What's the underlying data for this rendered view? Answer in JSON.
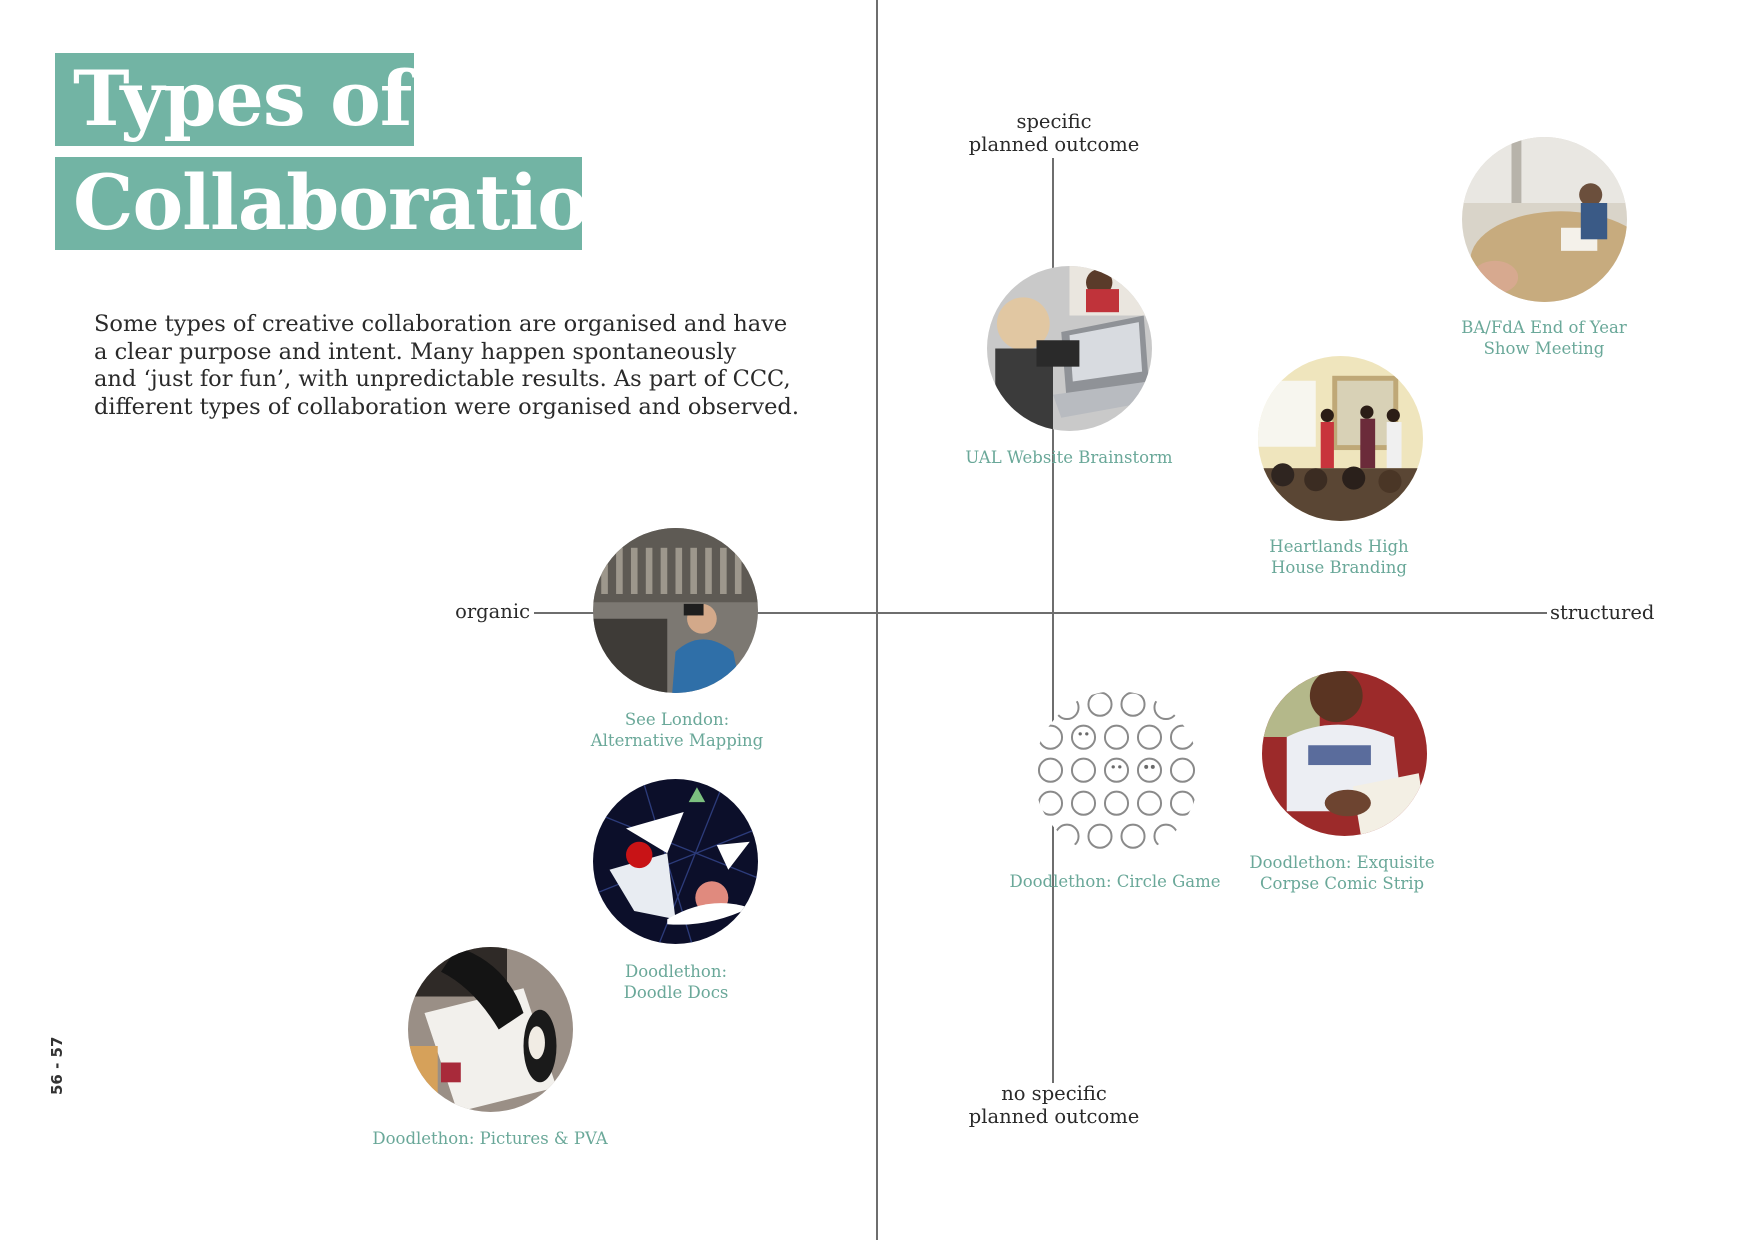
{
  "title": {
    "line1": "Types of",
    "line2": "Collaboration"
  },
  "intro": {
    "lines": [
      "Some types of creative collaboration are organised and have",
      "a clear purpose and intent. Many happen spontaneously",
      "and ‘just for fun’, with unpredictable results. As part of CCC,",
      "different types of collaboration were organised and observed."
    ]
  },
  "axes": {
    "top": [
      "specific",
      "planned outcome"
    ],
    "bottom": [
      "no specific",
      "planned outcome"
    ],
    "left": "organic",
    "right": "structured"
  },
  "items": [
    {
      "caption": [
        "BA/FdA End of Year",
        "Show Meeting"
      ]
    },
    {
      "caption": [
        "UAL Website Brainstorm"
      ]
    },
    {
      "caption": [
        "Heartlands High",
        "House Branding"
      ]
    },
    {
      "caption": [
        "See London:",
        "Alternative Mapping"
      ]
    },
    {
      "caption": [
        "Doodlethon: Circle Game"
      ]
    },
    {
      "caption": [
        "Doodlethon: Exquisite",
        "Corpse Comic Strip"
      ]
    },
    {
      "caption": [
        "Doodlethon:",
        "Doodle Docs"
      ]
    },
    {
      "caption": [
        "Doodlethon: Pictures & PVA"
      ]
    }
  ],
  "page_number": "56 - 57",
  "colors": {
    "accent": "#72b4a4",
    "caption": "#6aa899",
    "text": "#2a2a2a",
    "rule": "#6e6e6e"
  }
}
